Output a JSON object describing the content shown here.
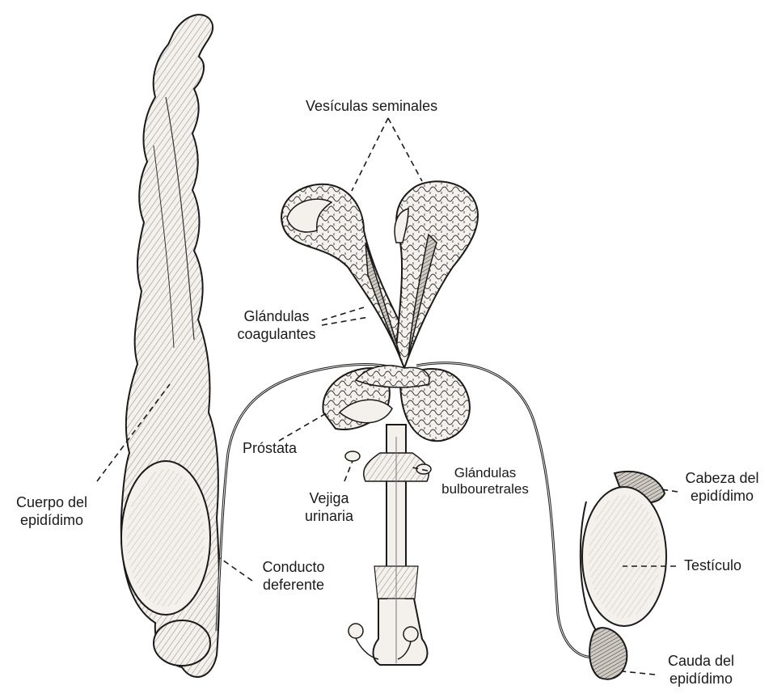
{
  "labels": {
    "vesiculas_seminales": "Vesículas seminales",
    "glandulas_coagulantes_1": "Glándulas",
    "glandulas_coagulantes_2": "coagulantes",
    "prostata": "Próstata",
    "glandulas_bulbouretrales_1": "Glándulas",
    "glandulas_bulbouretrales_2": "bulbouretrales",
    "vejiga_urinaria_1": "Vejiga",
    "vejiga_urinaria_2": "urinaria",
    "cuerpo_epididimo_1": "Cuerpo del",
    "cuerpo_epididimo_2": "epidídimo",
    "conducto_deferente_1": "Conducto",
    "conducto_deferente_2": "deferente",
    "cabeza_epididimo_1": "Cabeza del",
    "cabeza_epididimo_2": "epidídimo",
    "testiculo": "Testículo",
    "cauda_epididimo_1": "Cauda del",
    "cauda_epididimo_2": "epidídimo"
  },
  "colors": {
    "ink": "#1a1a1a",
    "tissue_fill": "#f4f1ec",
    "shade": "#6a6a6a",
    "background": "#ffffff"
  }
}
